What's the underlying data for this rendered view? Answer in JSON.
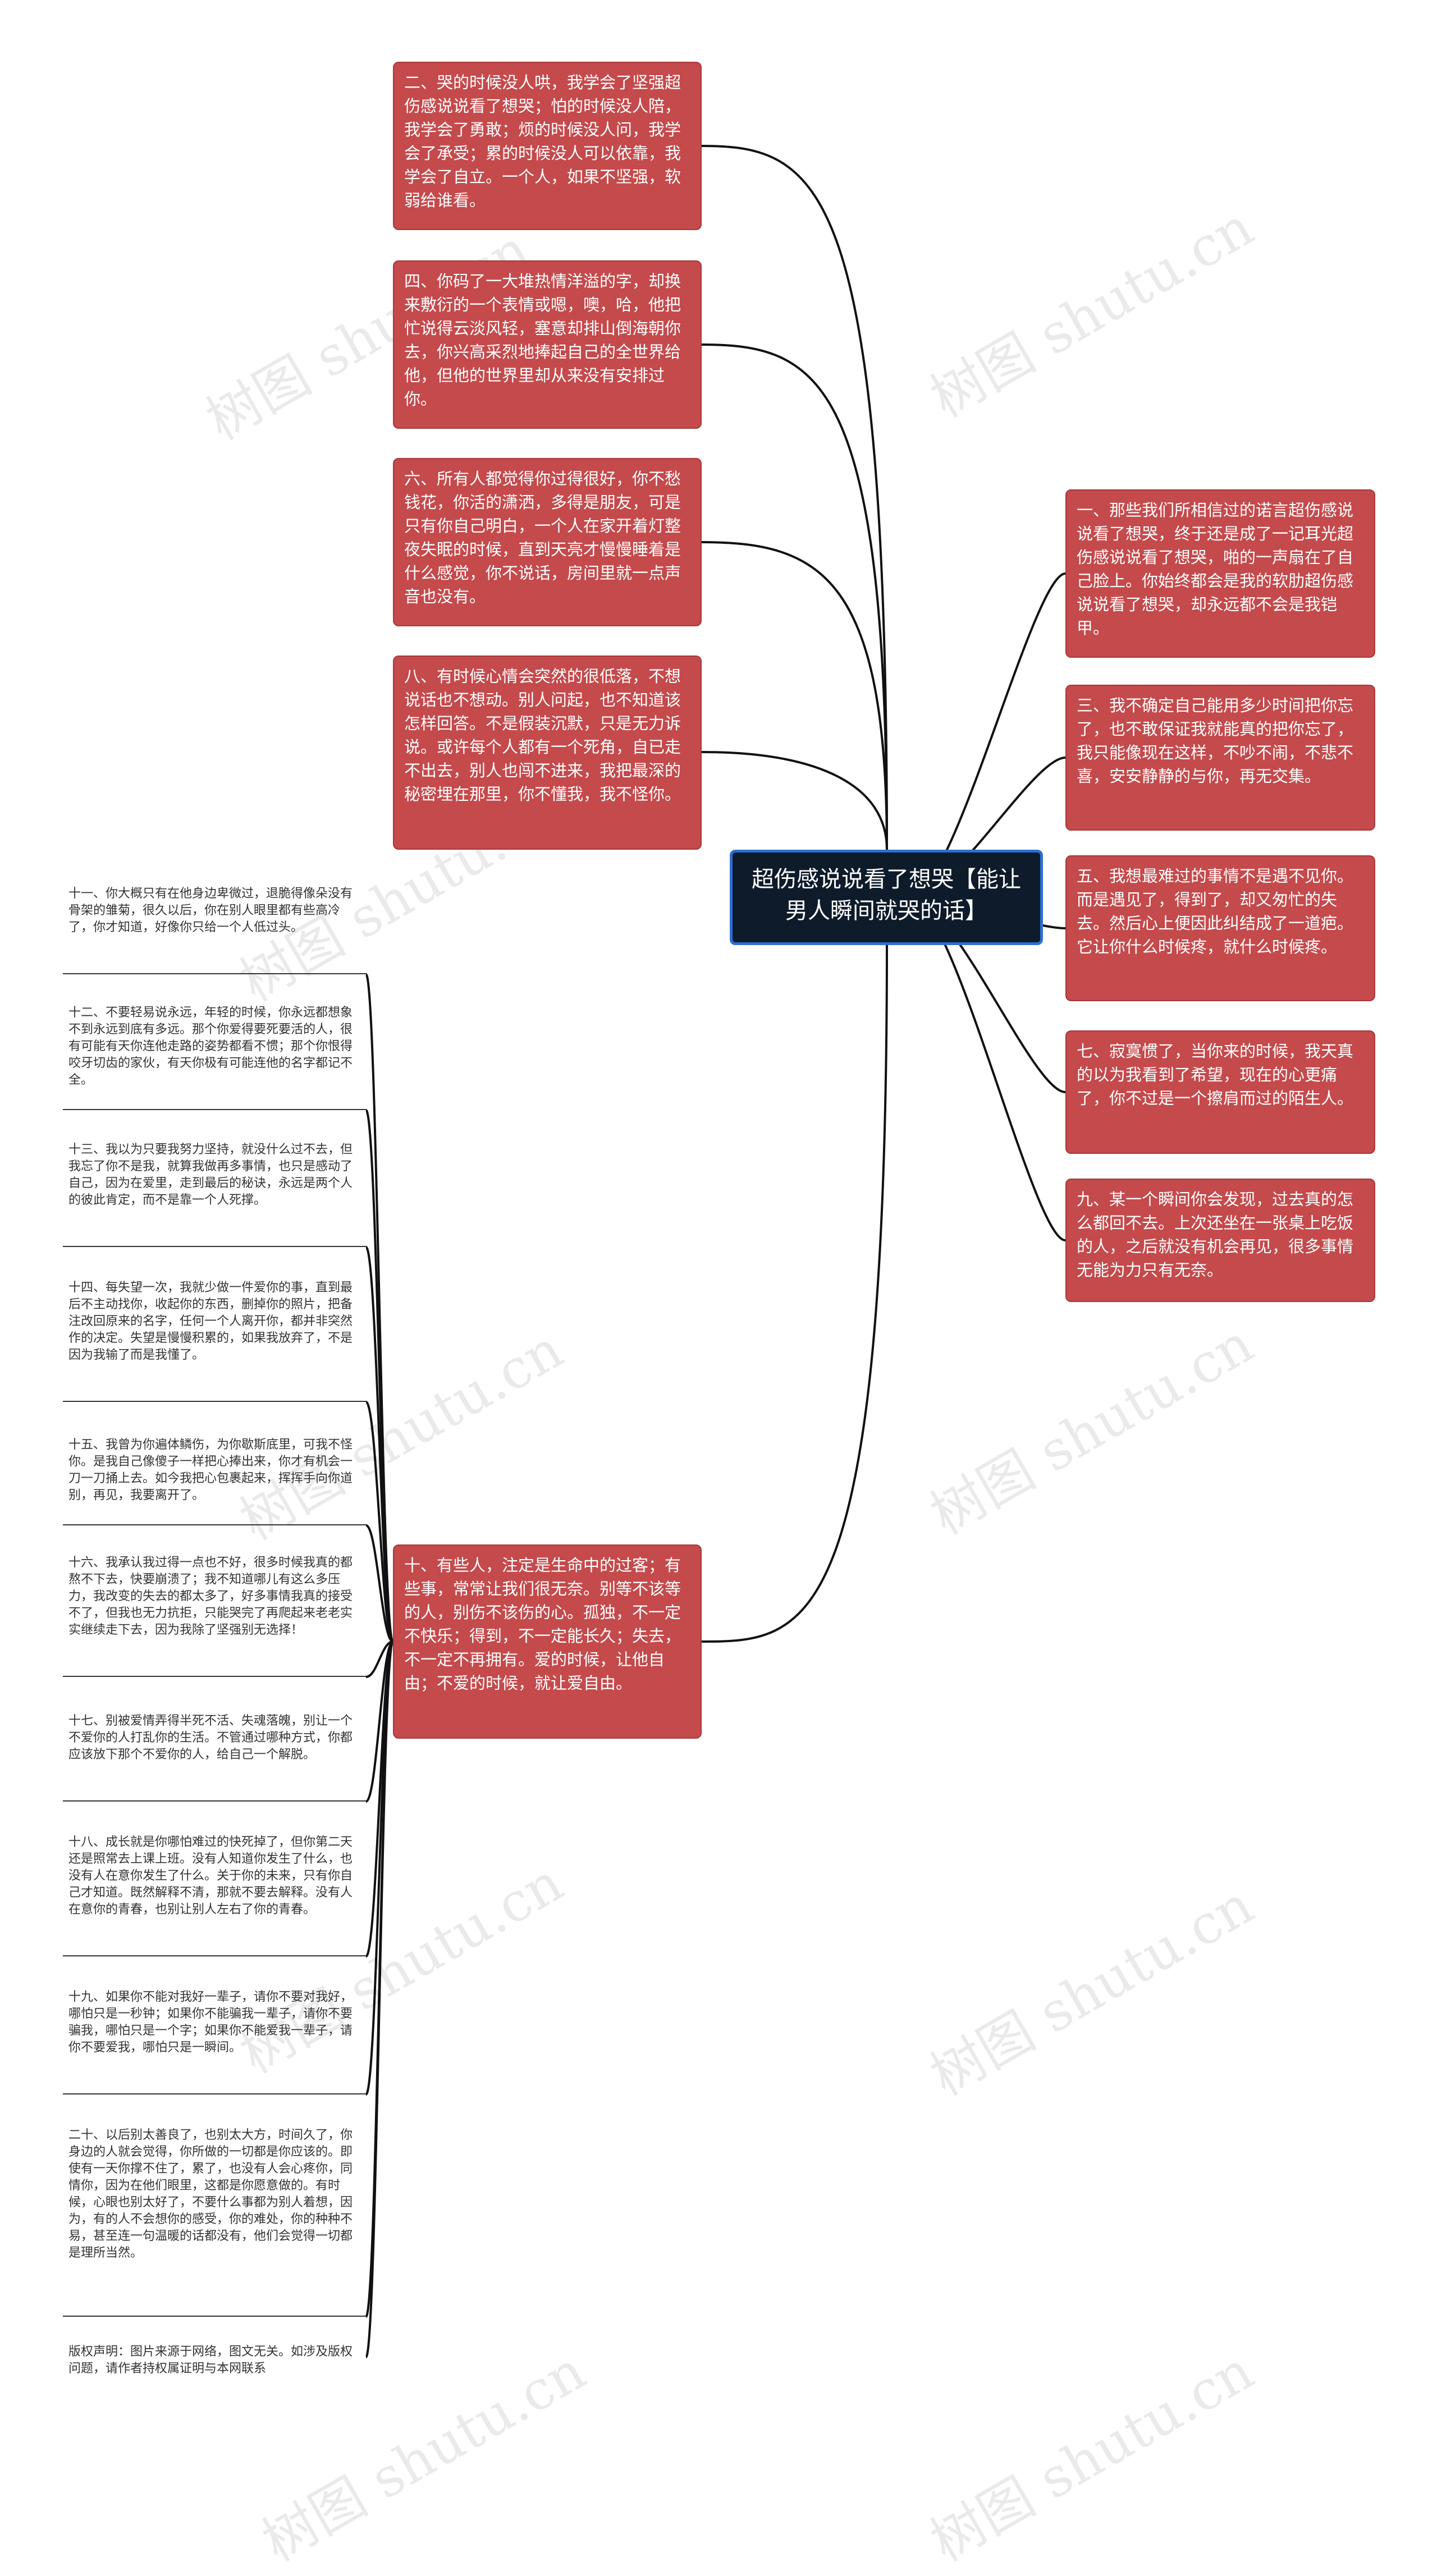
{
  "root": {
    "text": "超伤感说说看了想哭【能让男人瞬间就哭的话】"
  },
  "left_nodes": [
    "二、哭的时候没人哄，我学会了坚强超伤感说说看了想哭；怕的时候没人陪，我学会了勇敢；烦的时候没人问，我学会了承受；累的时候没人可以依靠，我学会了自立。一个人，如果不坚强，软弱给谁看。",
    "四、你码了一大堆热情洋溢的字，却换来敷衍的一个表情或嗯，噢，哈，他把忙说得云淡风轻，塞意却排山倒海朝你去，你兴高采烈地捧起自己的全世界给他，但他的世界里却从来没有安排过你。",
    "六、所有人都觉得你过得很好，你不愁钱花，你活的潇洒，多得是朋友，可是只有你自己明白，一个人在家开着灯整夜失眠的时候，直到天亮才慢慢睡着是什么感觉，你不说话，房间里就一点声音也没有。",
    "八、有时候心情会突然的很低落，不想说话也不想动。别人问起，也不知道该怎样回答。不是假装沉默，只是无力诉说。或许每个人都有一个死角，自已走不出去，别人也闯不进来，我把最深的秘密埋在那里，你不懂我，我不怪你。",
    "十、有些人，注定是生命中的过客；有些事，常常让我们很无奈。别等不该等的人，别伤不该伤的心。孤独，不一定不快乐；得到，不一定能长久；失去，不一定不再拥有。爱的时候，让他自由；不爱的时候，就让爱自由。"
  ],
  "right_nodes": [
    "一、那些我们所相信过的诺言超伤感说说看了想哭，终于还是成了一记耳光超伤感说说看了想哭，啪的一声扇在了自己脸上。你始终都会是我的软肋超伤感说说看了想哭，却永远都不会是我铠甲。",
    "三、我不确定自己能用多少时间把你忘了，也不敢保证我就能真的把你忘了，我只能像现在这样，不吵不闹，不悲不喜，安安静静的与你，再无交集。",
    "五、我想最难过的事情不是遇不见你。而是遇见了，得到了，却又匆忙的失去。然后心上便因此纠结成了一道疤。它让你什么时候疼，就什么时候疼。",
    "七、寂寞惯了，当你来的时候，我天真的以为我看到了希望，现在的心更痛了，你不过是一个擦肩而过的陌生人。",
    "九、某一个瞬间你会发现，过去真的怎么都回不去。上次还坐在一张桌上吃饭的人，之后就没有机会再见，很多事情无能为力只有无奈。"
  ],
  "leaves": [
    "十一、你大概只有在他身边卑微过，退脆得像朵没有骨架的雏菊，很久以后，你在别人眼里都有些高冷了，你才知道，好像你只给一个人低过头。",
    "十二、不要轻易说永远，年轻的时候，你永远都想象不到永远到底有多远。那个你爱得要死要活的人，很有可能有天你连他走路的姿势都看不惯；那个你恨得咬牙切齿的家伙，有天你极有可能连他的名字都记不全。",
    "十三、我以为只要我努力坚持，就没什么过不去，但我忘了你不是我，就算我做再多事情，也只是感动了自己，因为在爱里，走到最后的秘诀，永远是两个人的彼此肯定，而不是靠一个人死撑。",
    "十四、每失望一次，我就少做一件爱你的事，直到最后不主动找你，收起你的东西，删掉你的照片，把备注改回原来的名字，任何一个人离开你，都并非突然作的决定。失望是慢慢积累的，如果我放弃了，不是因为我输了而是我懂了。",
    "十五、我曾为你遍体鳞伤，为你歇斯底里，可我不怪你。是我自己像傻子一样把心捧出来，你才有机会一刀一刀捅上去。如今我把心包裹起来，挥挥手向你道别，再见，我要离开了。",
    "十六、我承认我过得一点也不好，很多时候我真的都熬不下去，快要崩溃了；我不知道哪儿有这么多压力，我改变的失去的都太多了，好多事情我真的接受不了，但我也无力抗拒，只能哭完了再爬起来老老实实继续走下去，因为我除了坚强别无选择！",
    "十七、别被爱情弄得半死不活、失魂落魄，别让一个不爱你的人打乱你的生活。不管通过哪种方式，你都应该放下那个不爱你的人，给自己一个解脱。",
    "十八、成长就是你哪怕难过的快死掉了，但你第二天还是照常去上课上班。没有人知道你发生了什么，也没有人在意你发生了什么。关于你的未来，只有你自己才知道。既然解释不清，那就不要去解释。没有人在意你的青春，也别让别人左右了你的青春。",
    "十九、如果你不能对我好一辈子，请你不要对我好，哪怕只是一秒钟；如果你不能骗我一辈子，请你不要骗我，哪怕只是一个字；如果你不能爱我一辈子，请你不要爱我，哪怕只是一瞬间。",
    "二十、以后别太善良了，也别太大方，时间久了，你身边的人就会觉得，你所做的一切都是你应该的。即使有一天你撑不住了，累了，也没有人会心疼你，同情你，因为在他们眼里，这都是你愿意做的。有时候，心眼也别太好了，不要什么事都为别人着想，因为，有的人不会想你的感受，你的难处，你的种种不易，甚至连一句温暖的话都没有，他们会觉得一切都是理所当然。",
    "版权声明：图片来源于网络，图文无关。如涉及版权问题，请作者持权属证明与本网联系"
  ],
  "watermark": "树图 shutu.cn",
  "colors": {
    "node_fill": "#c44a4c",
    "node_border": "#a8383a",
    "root_fill": "#0e1b2b",
    "root_border": "#2d6fd1",
    "line": "#111111"
  }
}
